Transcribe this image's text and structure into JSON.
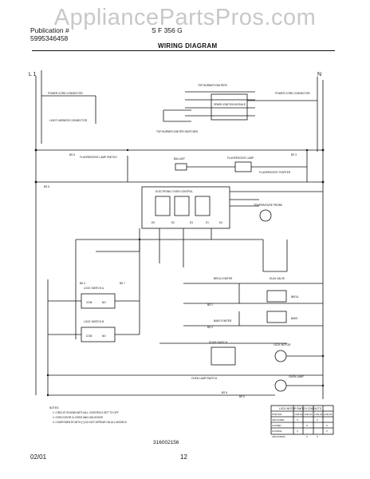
{
  "watermark": "AppliancePartsPros.com",
  "header": {
    "publication_label": "Publication #",
    "publication_number": "5995346458",
    "model": "S F 356 G",
    "diagram_title": "WIRING DIAGRAM"
  },
  "terminals": {
    "l1": "L 1",
    "n": "N"
  },
  "labels": {
    "power_cord_connector_left": "POWER CORD CONNECTOR",
    "power_cord_connector_right": "POWER CORD CONNECTOR",
    "top_burner_igniters": "TOP BURNER IGNITERS",
    "spark_ignition_module": "SPARK IGNITION MODULE",
    "light_harness_connector": "LIGHT HARNESS CONNECTOR",
    "top_burner_igniter_switches": "TOP BURNER IGNITER SWITCHES",
    "fluorescent_lamp_switch": "FLUORESCENT LAMP SWITCH",
    "ballast": "BALLAST",
    "fluorescent_lamp": "FLUORESCENT LAMP",
    "fluorescent_starter": "FLUORESCENT STARTER",
    "electronic_oven_control": "ELECTRONIC OVEN CONTROL",
    "temperature_probe": "TEMPERATURE PROBE",
    "broil_igniter": "BROIL IGNITER",
    "dual_valve": "DUAL VALVE",
    "bake_igniter": "BAKE IGNITER",
    "lock_switch_a": "LOCK SWITCH A",
    "lock_switch_b": "LOCK SWITCH B",
    "door_switch": "DOOR SWITCH",
    "lock_motor": "LOCK MOTOR",
    "oven_lamp": "OVEN LAMP",
    "oven_lamp_switch": "OVEN LAMP SWITCH",
    "broil": "BROIL",
    "bake": "BAKE",
    "com": "COM",
    "no": "NO",
    "nc": "NC"
  },
  "pins": [
    "BS 1",
    "BS 2",
    "BS 3",
    "BS 4",
    "BS 5",
    "BS 6",
    "BS 7",
    "BS 8",
    "BS 9",
    "E1",
    "E2",
    "E3",
    "E4",
    "E5"
  ],
  "notes": {
    "heading": "NOTES:",
    "items": [
      "1. CIRCUIT SHOWN WITH ALL CONTROLS SET TO OFF",
      "2. OVEN DOOR CLOSED AND UNLOCKED",
      "3. COMPONENTS WITH (*) DO NOT APPEAR ON ALL MODELS"
    ]
  },
  "lock_table": {
    "title": "LOCK MOTOR SWITCH CONTACTS",
    "columns": [
      "POSITION",
      "COM-NC",
      "COM-NO",
      "COM-NC",
      "COM-NO"
    ],
    "rows": [
      [
        "UNLOCKED",
        "X",
        "",
        "X",
        ""
      ],
      [
        "LOCKED",
        "",
        "X",
        "",
        "X"
      ],
      [
        "LOCKING",
        "X",
        "",
        "",
        "X"
      ],
      [
        "UNLOCKING",
        "",
        "X",
        "X",
        ""
      ]
    ]
  },
  "part_number": "316002156",
  "footer": {
    "date": "02/01",
    "page": "12"
  }
}
